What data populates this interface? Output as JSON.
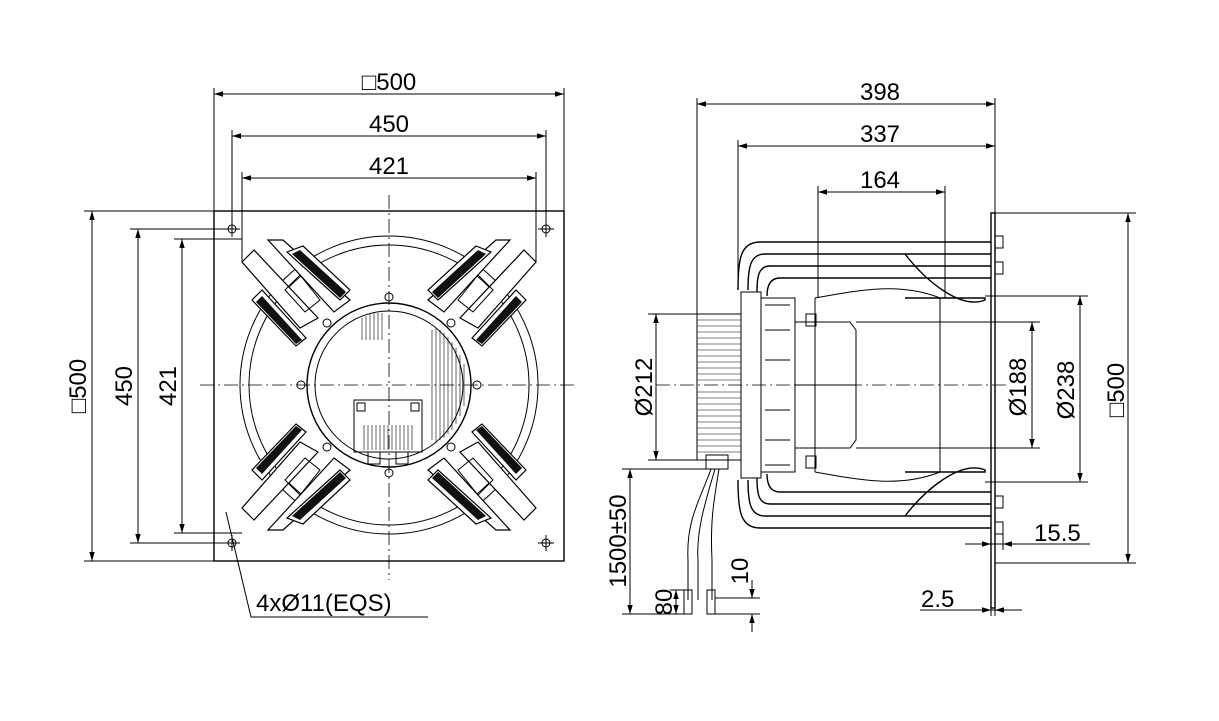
{
  "front_view": {
    "plate_size": "□500",
    "plate_size_vertical": "□500",
    "hole_spacing_h": "450",
    "hole_spacing_v": "450",
    "motor_spacing_h": "421",
    "motor_spacing_v": "421",
    "hole_note": "4xØ11(EQS)"
  },
  "side_view": {
    "overall_depth": "398",
    "body_depth": "337",
    "inlet_depth": "164",
    "motor_diameter": "Ø212",
    "inlet_diameter": "Ø188",
    "nozzle_diameter": "Ø238",
    "plate_height": "□500",
    "offset_bottom": "15.5",
    "plate_thickness": "2.5",
    "cable_length": "1500±50",
    "cable_strip": "80",
    "wire_strip": "10"
  },
  "colors": {
    "line": "#000000",
    "background": "#ffffff"
  }
}
